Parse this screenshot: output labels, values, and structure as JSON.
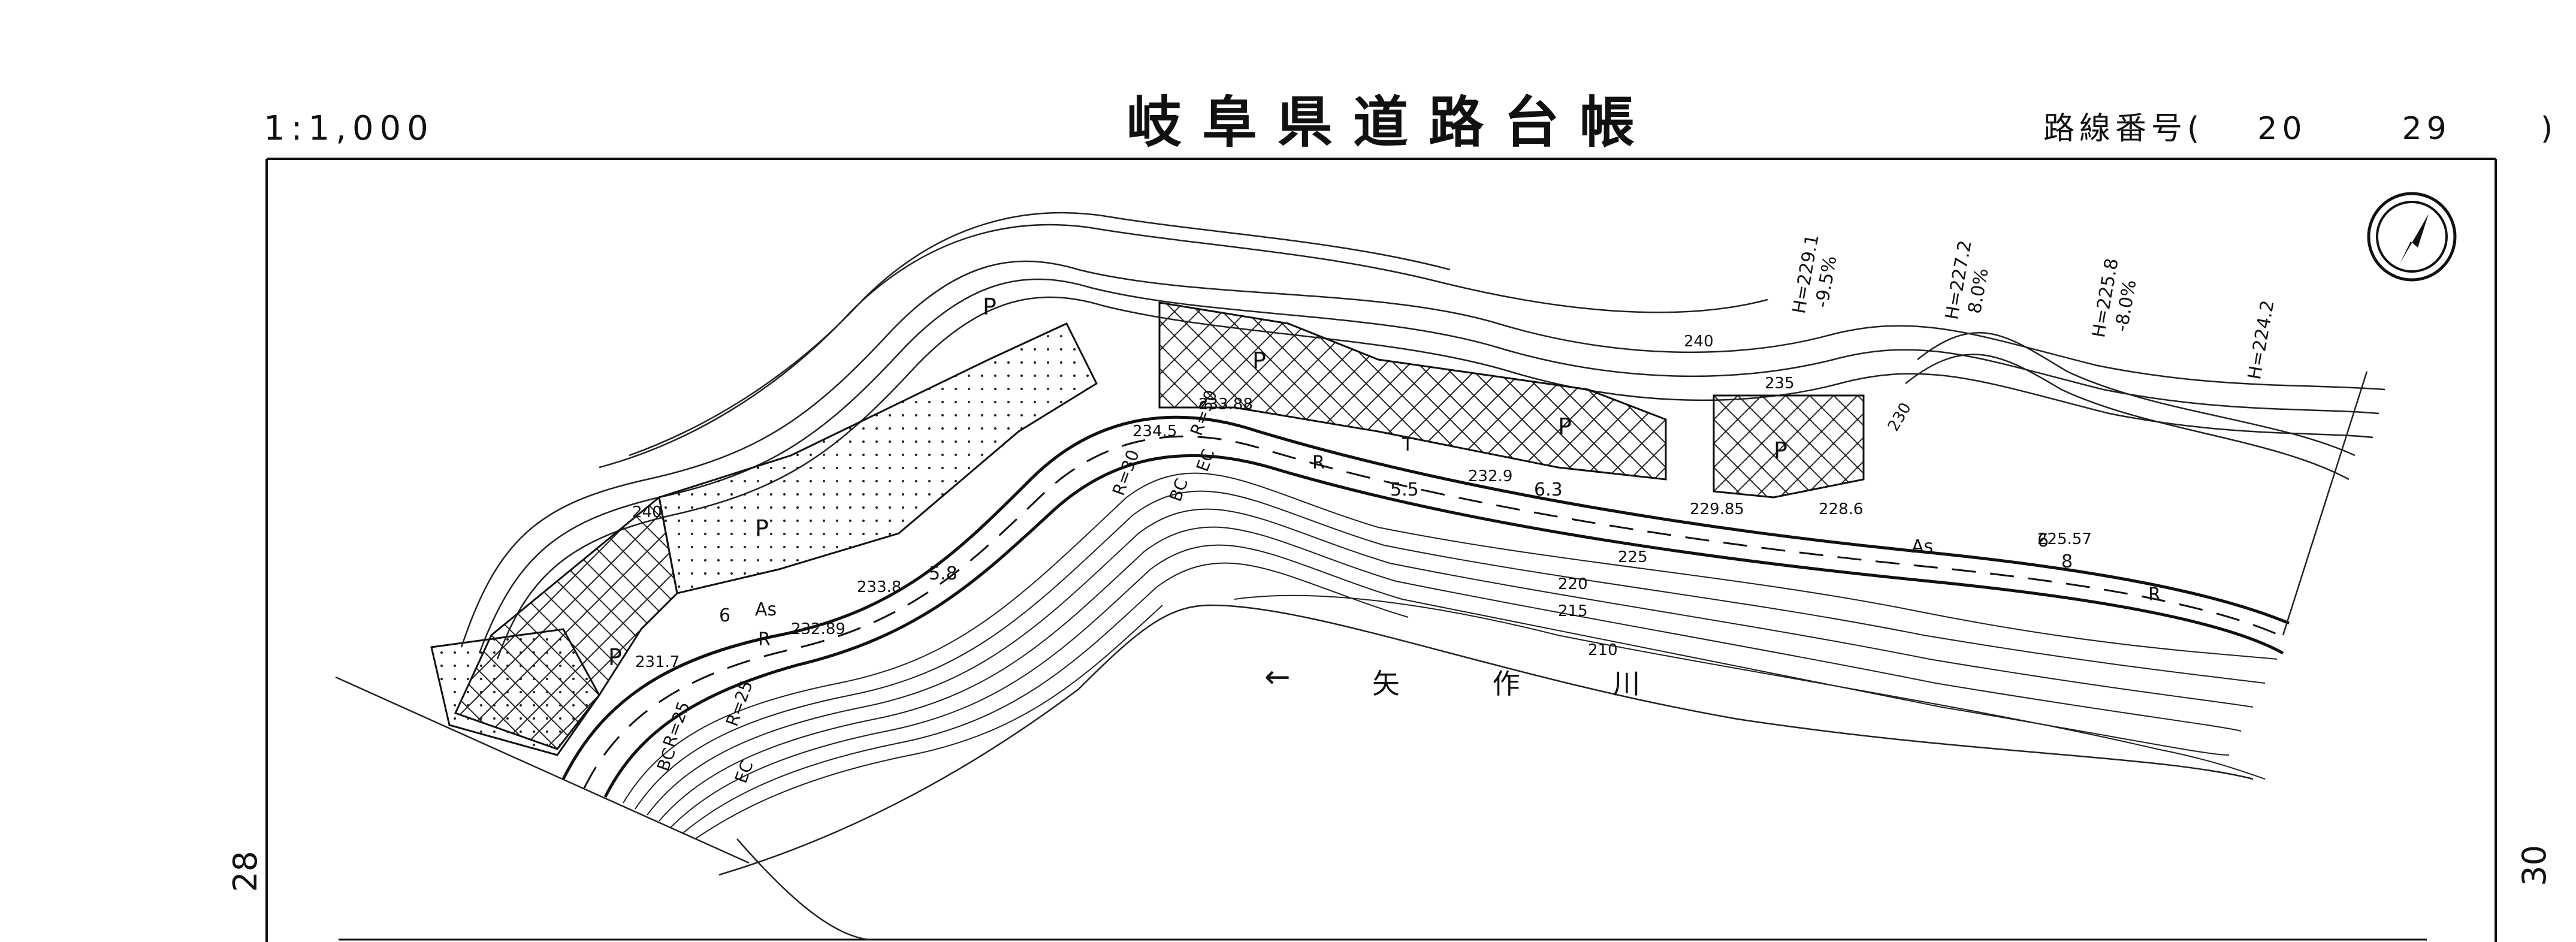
{
  "header": {
    "title": "岐阜県道路台帳",
    "scale": "1:1,000",
    "route_prefix": "路線番号(",
    "route_no_1": "20",
    "route_no_2": "29",
    "route_suffix": ")"
  },
  "sheet_refs": {
    "prev": "28",
    "next": "30"
  },
  "icons": {
    "north_arrow": "north-arrow-icon"
  },
  "map": {
    "river_name": "矢 作 川",
    "river_arrow": "←",
    "contour_labels": [
      "240",
      "240",
      "235",
      "230",
      "225",
      "220",
      "215",
      "210"
    ],
    "height_labels": [
      {
        "h": "H=229.1",
        "slope": "-9.5%"
      },
      {
        "h": "H=227.2",
        "slope": "8.0%"
      },
      {
        "h": "H=225.8",
        "slope": "-8.0%"
      },
      {
        "h": "H=224.2",
        "slope": ""
      }
    ],
    "spot_heights": [
      "233.88",
      "234.5",
      "232.9",
      "229.85",
      "228.6",
      "225.57",
      "233.8",
      "232.89",
      "231.7"
    ],
    "road_codes": [
      "As",
      "As",
      "R",
      "R",
      "R",
      "T",
      "6",
      "6",
      "8",
      "6.3",
      "5.8",
      "5.5",
      "P",
      "P",
      "P",
      "P",
      "P",
      "P"
    ],
    "curve_labels": [
      "EC",
      "R=25",
      "BC",
      "R=25",
      "BC",
      "R=30",
      "EC",
      "R=30"
    ]
  }
}
